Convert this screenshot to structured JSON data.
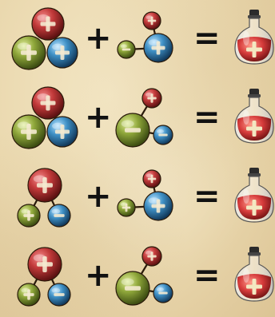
{
  "operators": {
    "plus": "+",
    "equals": "="
  },
  "colors": {
    "red": "#c23a3a",
    "green": "#8ea63a",
    "blue": "#3e8fc4",
    "flask_liquid": "#d63b3b",
    "cork": "#2b2b2b"
  },
  "icons": [
    "red-plus-sphere-icon",
    "green-plus-sphere-icon",
    "green-minus-sphere-icon",
    "blue-plus-sphere-icon",
    "blue-minus-sphere-icon",
    "red-potion-flask-icon"
  ],
  "equations": [
    {
      "left": {
        "red": "+",
        "green": "+",
        "blue": "+",
        "size": "large"
      },
      "right": {
        "red": "+",
        "green": "-",
        "blue": "+",
        "size": "small-green"
      },
      "result": "red-flask"
    },
    {
      "left": {
        "red": "+",
        "green": "+",
        "blue": "+",
        "size": "large"
      },
      "right": {
        "red": "+",
        "green": "-",
        "blue": "-",
        "size": "large-green"
      },
      "result": "red-flask"
    },
    {
      "left": {
        "red": "+",
        "green": "+",
        "blue": "-",
        "size": "large-red"
      },
      "right": {
        "red": "+",
        "green": "+",
        "blue": "+",
        "size": "small-green"
      },
      "result": "red-flask"
    },
    {
      "left": {
        "red": "+",
        "green": "+",
        "blue": "-",
        "size": "large-red"
      },
      "right": {
        "red": "+",
        "green": "-",
        "blue": "-",
        "size": "large-green"
      },
      "result": "red-flask"
    }
  ]
}
